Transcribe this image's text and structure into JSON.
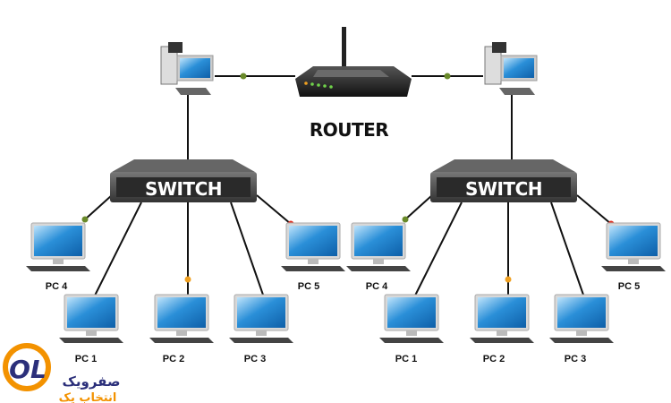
{
  "router": {
    "label": "ROUTER"
  },
  "networks": [
    {
      "switch_label": "SWITCH",
      "pcs": [
        "PC 4",
        "PC 1",
        "PC 2",
        "PC 3",
        "PC 5"
      ]
    },
    {
      "switch_label": "SWITCH",
      "pcs": [
        "PC 4",
        "PC 1",
        "PC 2",
        "PC 3",
        "PC 5"
      ]
    }
  ],
  "logo": {
    "mark": "OL",
    "line1": "صفرویک",
    "line2": "انتخاب یک"
  },
  "colors": {
    "link_dot_green": "#6a8a2a",
    "link_dot_orange": "#f0a020",
    "link_dot_red": "#e03020",
    "switch": "#444444",
    "screen": "#2a8fd8",
    "logo_orange": "#f39200",
    "logo_navy": "#2b2f7a"
  }
}
